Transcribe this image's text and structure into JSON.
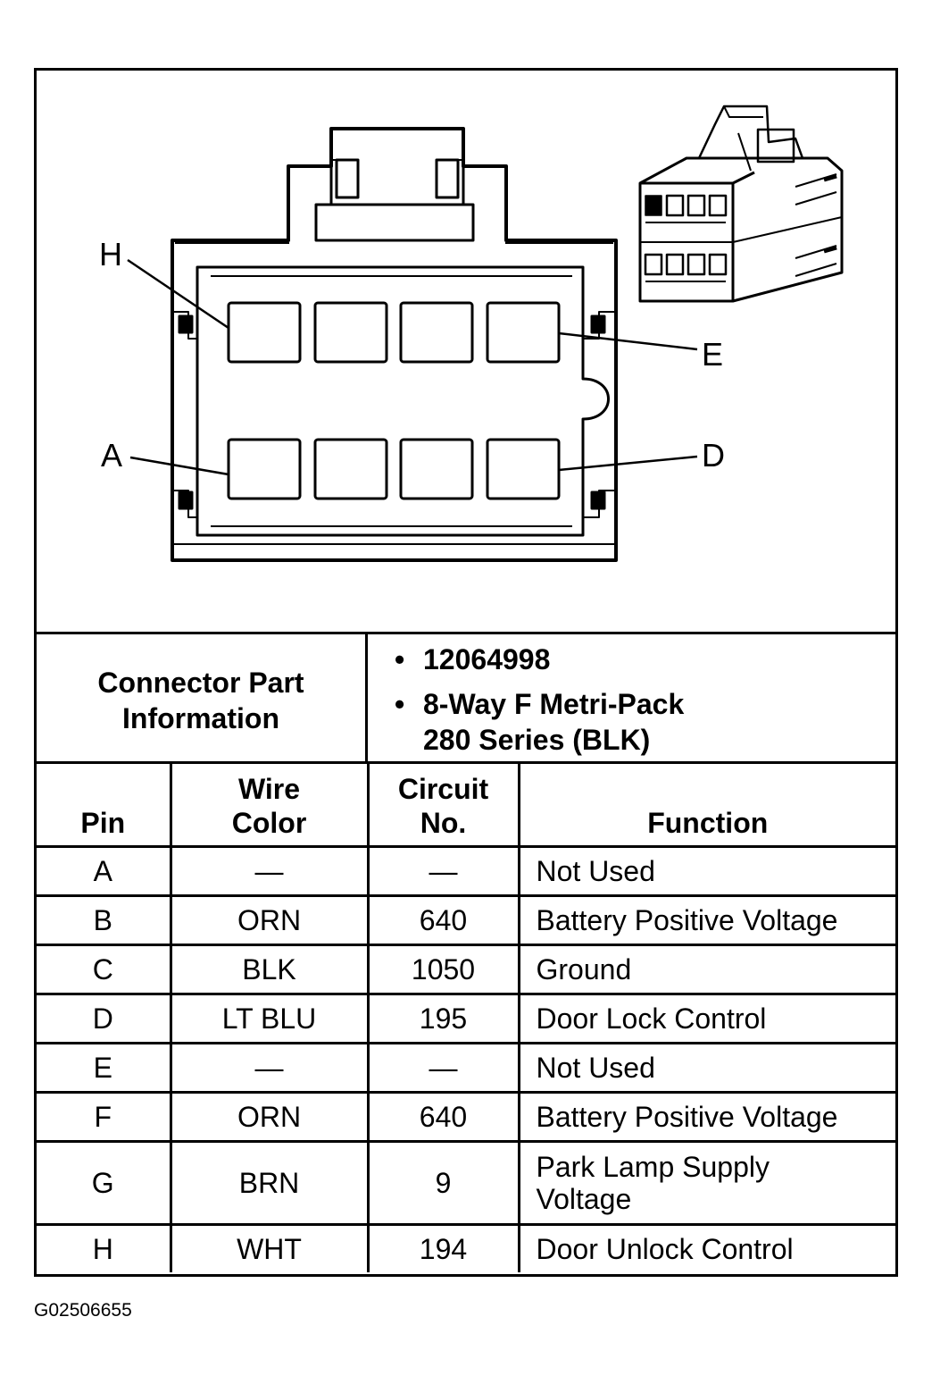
{
  "diagram": {
    "pin_labels": {
      "top_left": "H",
      "top_right": "E",
      "bottom_left": "A",
      "bottom_right": "D"
    }
  },
  "connector_info": {
    "heading": "Connector Part\nInformation",
    "items": [
      "12064998",
      "8-Way F Metri-Pack\n280 Series (BLK)"
    ]
  },
  "table": {
    "headers": {
      "pin": "Pin",
      "wire_color": "Wire\nColor",
      "circuit_no": "Circuit\nNo.",
      "function": "Function"
    },
    "rows": [
      {
        "pin": "A",
        "wire_color": "—",
        "circuit_no": "—",
        "function": "Not Used"
      },
      {
        "pin": "B",
        "wire_color": "ORN",
        "circuit_no": "640",
        "function": "Battery Positive Voltage"
      },
      {
        "pin": "C",
        "wire_color": "BLK",
        "circuit_no": "1050",
        "function": "Ground"
      },
      {
        "pin": "D",
        "wire_color": "LT BLU",
        "circuit_no": "195",
        "function": "Door Lock Control"
      },
      {
        "pin": "E",
        "wire_color": "—",
        "circuit_no": "—",
        "function": "Not Used"
      },
      {
        "pin": "F",
        "wire_color": "ORN",
        "circuit_no": "640",
        "function": "Battery Positive Voltage"
      },
      {
        "pin": "G",
        "wire_color": "BRN",
        "circuit_no": "9",
        "function": "Park Lamp Supply\nVoltage"
      },
      {
        "pin": "H",
        "wire_color": "WHT",
        "circuit_no": "194",
        "function": "Door Unlock Control"
      }
    ]
  },
  "footer": {
    "code": "G02506655"
  }
}
